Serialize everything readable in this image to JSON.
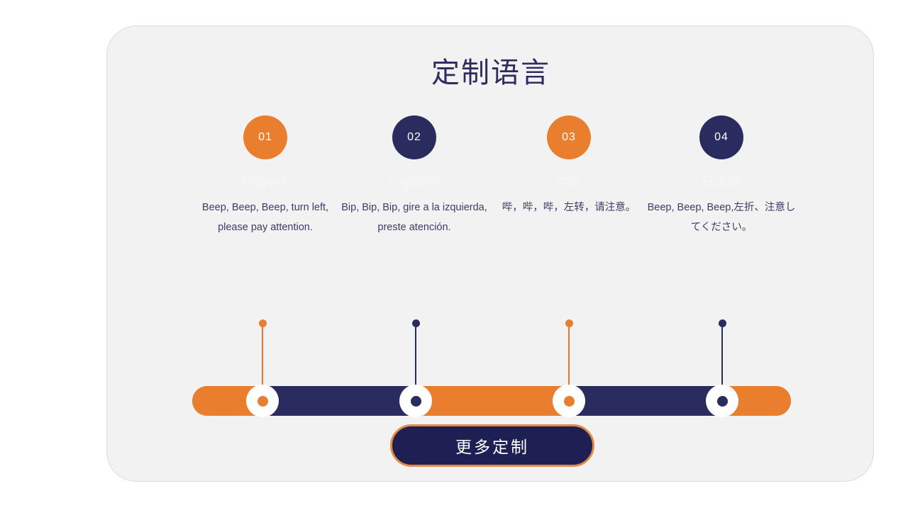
{
  "slide": {
    "title": "定制语言",
    "background_color": "#ffffff",
    "card_color": "#f2f2f2",
    "accent_orange": "#e87e2e",
    "accent_navy": "#2a2b5f"
  },
  "steps": [
    {
      "number": "01",
      "color": "orange",
      "language": "English",
      "text": "Beep, Beep, Beep, turn left, please pay attention."
    },
    {
      "number": "02",
      "color": "navy",
      "language": "Español",
      "text": "Bip, Bip, Bip, gire a la izquierda, preste atención."
    },
    {
      "number": "03",
      "color": "orange",
      "language": "中文",
      "text": "哔，哔，哔，左转，请注意。"
    },
    {
      "number": "04",
      "color": "navy",
      "language": "日本語",
      "text": "Beep, Beep, Beep,左折、注意してください。"
    }
  ],
  "timeline": {
    "markers": [
      {
        "color": "orange",
        "stem_height": 104
      },
      {
        "color": "navy",
        "stem_height": 104
      },
      {
        "color": "orange",
        "stem_height": 104
      },
      {
        "color": "navy",
        "stem_height": 104
      }
    ]
  },
  "cta": {
    "label": "更多定制"
  }
}
